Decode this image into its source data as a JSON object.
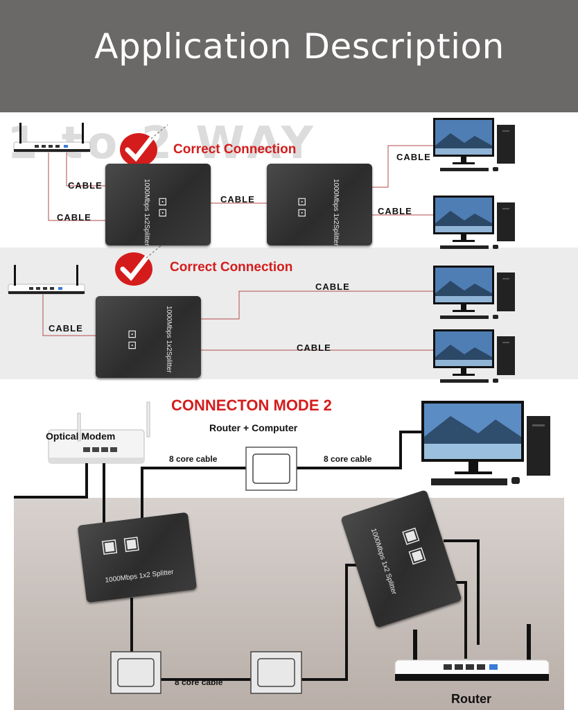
{
  "header": {
    "title": "Application Description"
  },
  "section1": {
    "watermark": "1 to 2 WAY",
    "correct_connection": "Correct Connection",
    "labels": [
      "CABLE",
      "CABLE",
      "CABLE",
      "CABLE",
      "CABLE"
    ],
    "splitter_text": "1000Mbps 1x2Splitter"
  },
  "section2": {
    "correct_connection": "Correct Connection",
    "labels": [
      "CABLE",
      "CABLE",
      "CABLE"
    ],
    "splitter_text": "1000Mbps 1x2Splitter"
  },
  "section3": {
    "title": "CONNECTON MODE 2",
    "subtitle": "Router + Computer",
    "modem_label": "Optical Modem",
    "cable_left": "8 core cable",
    "cable_right": "8 core cable",
    "cable_bottom": "8 core cable",
    "router_label": "Router",
    "splitter_text": "1000Mbps 1x2 Splitter"
  },
  "icons": [
    "router-icon",
    "computer-icon",
    "splitter-icon",
    "checkmark-badge-icon",
    "network-icon",
    "optical-modem-icon",
    "wall-socket-icon"
  ],
  "colors": {
    "header_bg": "#6b6868",
    "accent_red": "#d41c1c",
    "device_dark": "#333333"
  }
}
